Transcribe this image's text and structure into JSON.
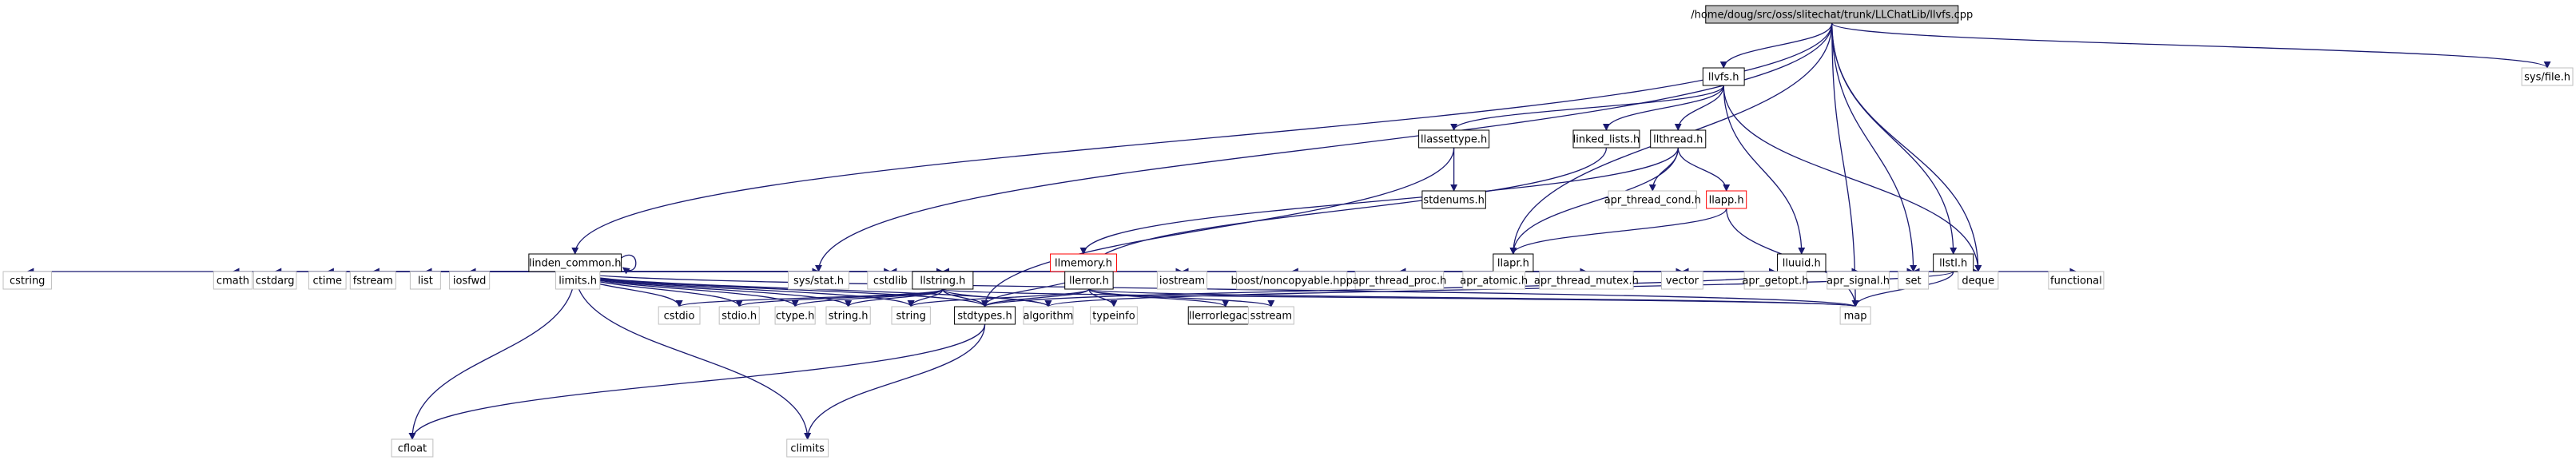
{
  "colors": {
    "edge": "#191970",
    "root_fill": "#bfbfbf",
    "box_solid": "#000000",
    "box_gray": "#bfbfbf",
    "box_red": "#ff0000"
  },
  "nodes": {
    "root": "/home/doug/src/oss/slitechat/trunk/LLChatLib/llvfs.cpp",
    "llvfs": "llvfs.h",
    "sysfile": "sys/file.h",
    "llassettype": "llassettype.h",
    "linked": "linked_lists.h",
    "llthread": "llthread.h",
    "stdenums": "stdenums.h",
    "aprcond": "apr_thread_cond.h",
    "llapp": "llapp.h",
    "linden": "linden_common.h",
    "llmemory": "llmemory.h",
    "llapr": "llapr.h",
    "lluuid": "lluuid.h",
    "llstl": "llstl.h",
    "cstring": "cstring",
    "cmath": "cmath",
    "cstdarg": "cstdarg",
    "ctime": "ctime",
    "fstream": "fstream",
    "list": "list",
    "iosfwd": "iosfwd",
    "limits": "limits.h",
    "sysstat": "sys/stat.h",
    "cstdlib": "cstdlib",
    "llstring": "llstring.h",
    "llerror": "llerror.h",
    "iostream": "iostream",
    "boost": "boost/noncopyable.hpp",
    "aprproc": "apr_thread_proc.h",
    "apratomic": "apr_atomic.h",
    "aprmutex": "apr_thread_mutex.h",
    "vector": "vector",
    "aprgetopt": "apr_getopt.h",
    "aprsignal": "apr_signal.h",
    "set": "set",
    "deque": "deque",
    "functional": "functional",
    "cstdio": "cstdio",
    "stdio": "stdio.h",
    "ctype": "ctype.h",
    "stringh": "string.h",
    "string": "string",
    "stdtypes": "stdtypes.h",
    "algorithm": "algorithm",
    "typeinfo": "typeinfo",
    "llerrorlegacy": "llerrorlegacy.h",
    "sstream": "sstream",
    "map": "map",
    "cfloat": "cfloat",
    "climits": "climits"
  }
}
